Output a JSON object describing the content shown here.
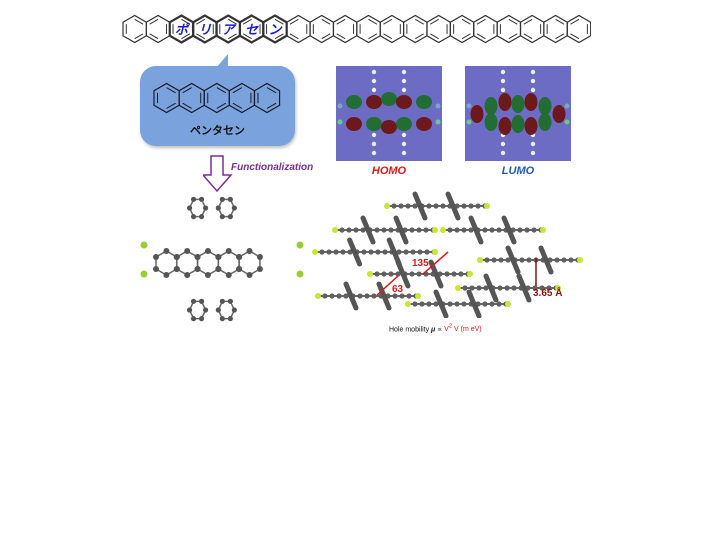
{
  "title_strip": {
    "description": "polyacene chain of fused benzene rings",
    "ring_count": 20,
    "highlighted_labels": [
      "ポ",
      "リ",
      "ア",
      "セ",
      "ン"
    ],
    "label_color": "#1a1ad0"
  },
  "bubble": {
    "molecule_name": "ペンタセン",
    "ring_count": 5,
    "color": "#7aa3dd"
  },
  "orbitals": {
    "homo_label": "HOMO",
    "lumo_label": "LUMO",
    "homo_color": "#e01818",
    "lumo_color": "#1e5ab4",
    "panel_color": "#6c6cc4"
  },
  "functionalization": {
    "label": "Functionalization",
    "color": "#7b2d96"
  },
  "packing": {
    "value_a": "135",
    "value_b": "63",
    "distance": "3.65 Å"
  },
  "mobility": {
    "prefix": "Hole mobility ",
    "mu": "μ",
    "prop": " ∝ ",
    "formula": "V",
    "sup": "2",
    "suffix": "  V (m eV)"
  }
}
